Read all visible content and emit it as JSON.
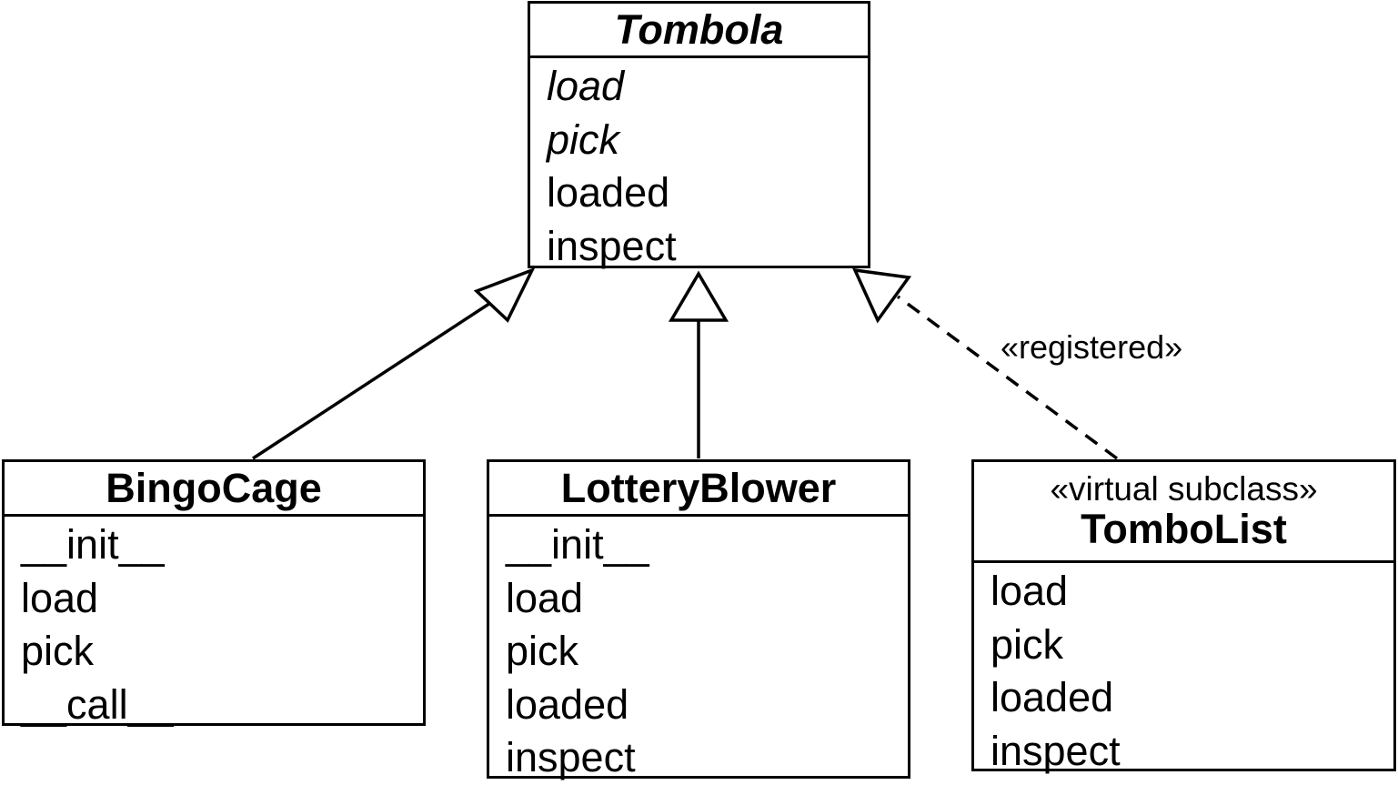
{
  "diagram": {
    "type": "uml-class-diagram",
    "classes": {
      "tombola": {
        "name": "Tombola",
        "abstract": true,
        "methods": [
          {
            "name": "load",
            "abstract": true
          },
          {
            "name": "pick",
            "abstract": true
          },
          {
            "name": "loaded",
            "abstract": false
          },
          {
            "name": "inspect",
            "abstract": false
          }
        ]
      },
      "bingocage": {
        "name": "BingoCage",
        "methods": [
          "__init__",
          "load",
          "pick",
          "__call__"
        ]
      },
      "lotteryblower": {
        "name": "LotteryBlower",
        "methods": [
          "__init__",
          "load",
          "pick",
          "loaded",
          "inspect"
        ]
      },
      "tombolist": {
        "stereotype": "«virtual subclass»",
        "name": "TomboList",
        "methods": [
          "load",
          "pick",
          "loaded",
          "inspect"
        ]
      }
    },
    "relations": [
      {
        "from": "BingoCage",
        "to": "Tombola",
        "kind": "inheritance",
        "line": "solid"
      },
      {
        "from": "LotteryBlower",
        "to": "Tombola",
        "kind": "inheritance",
        "line": "solid"
      },
      {
        "from": "TomboList",
        "to": "Tombola",
        "kind": "registration",
        "line": "dashed",
        "label": "«registered»"
      }
    ]
  }
}
